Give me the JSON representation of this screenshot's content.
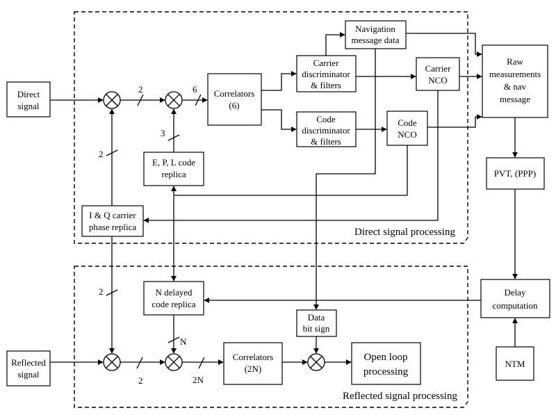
{
  "regions": {
    "direct": "Direct signal processing",
    "reflected": "Reflected signal processing"
  },
  "blocks": {
    "direct_signal": [
      "Direct",
      "signal"
    ],
    "reflected_signal": [
      "Reflected",
      "signal"
    ],
    "correlators_direct": [
      "Correlators",
      "(6)"
    ],
    "navigation_message_data": [
      "Navigation",
      "message data"
    ],
    "carrier_discriminator": [
      "Carrier",
      "discriminator",
      "& filters"
    ],
    "code_discriminator": [
      "Code",
      "discriminator",
      "& filters"
    ],
    "carrier_nco": [
      "Carrier",
      "NCO"
    ],
    "code_nco": [
      "Code",
      "NCO"
    ],
    "raw_measurements": [
      "Raw",
      "measurements",
      "& nav",
      "message"
    ],
    "pvt": [
      "PVT, (PPP)"
    ],
    "epl_code_replica": [
      "E, P, L code",
      "replica"
    ],
    "iq_carrier_replica": [
      "I & Q carrier",
      "phase replica"
    ],
    "n_delayed_code_replica": [
      "N delayed",
      "code replica"
    ],
    "data_bit_sign": [
      "Data",
      "bit sign"
    ],
    "correlators_reflected": [
      "Correlators",
      "(2N)"
    ],
    "open_loop_processing": [
      "Open loop",
      "processing"
    ],
    "delay_computation": [
      "Delay",
      "computation"
    ],
    "ntm": [
      "NTM"
    ]
  },
  "bus_widths": {
    "mixer1_out": "2",
    "mixer2_out": "6",
    "epl_to_mixer2": "3",
    "iq_to_mixer1": "2",
    "iq_to_mixer_r1": "2",
    "mixer_r1_out": "2",
    "ndelay_to_mixer_r2": "N",
    "mixer_r2_out": "2N"
  }
}
